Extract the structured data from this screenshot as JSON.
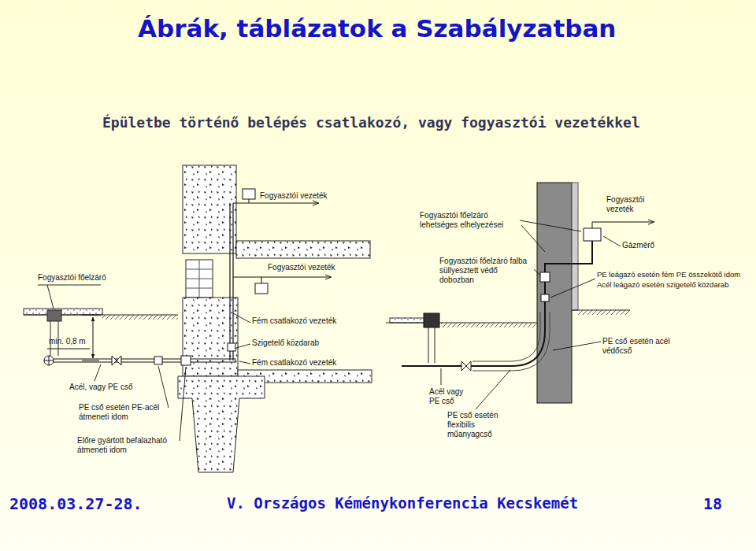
{
  "diagram": {
    "title": "Ábrák, táblázatok a Szabályzatban",
    "labels": [
      "Épületbe történő belépés csatlakozó, vagy fogyasztói vezetékkel",
      "Fogyasztói vezeték",
      "Fogyasztói vezeték",
      "Fogyasztói főelzáró",
      "Fém csatlakozó vezeték",
      "Szigetelő közdarab",
      "Fém csatlakozó vezeték",
      "min. 0,8 m",
      "Acél, vagy PE cső",
      "PE cső esetén PE-acél átmeneti idom",
      "Előre gyártott befalazható átmeneti idom",
      "Fogyasztói főelzáró lehetséges elhelyezései",
      "Fogyasztói vezeték",
      "Gázmérő",
      "Fogyasztói főelzáró falba süllyesztett védő dobozban",
      "PE leágazó esetén fém PE összekötő idom",
      "Acél leágazó esetén szigetelő közdarab",
      "PE cső esetén acél védőcső",
      "Acél vagy PE cső",
      "PE cső esetén flexibilis műanyagcső",
      "2008.03.27-28.",
      "V. Országos Kéménykonferencia Kecskemét",
      "18"
    ]
  }
}
